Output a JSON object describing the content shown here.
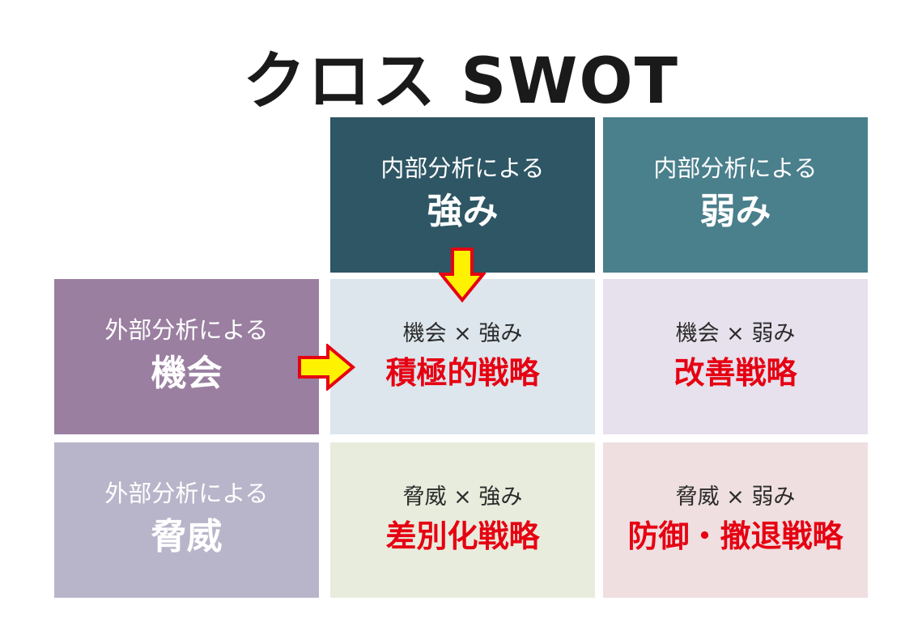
{
  "title": "クロス SWOT",
  "headers": {
    "strength": {
      "sub": "内部分析による",
      "main": "強み"
    },
    "weakness": {
      "sub": "内部分析による",
      "main": "弱み"
    }
  },
  "rows": {
    "opportunity": {
      "sub": "外部分析による",
      "main": "機会"
    },
    "threat": {
      "sub": "外部分析による",
      "main": "脅威"
    }
  },
  "cells": {
    "opportunity_strength": {
      "combo": "機会 × 強み",
      "strategy": "積極的戦略"
    },
    "opportunity_weakness": {
      "combo": "機会 × 弱み",
      "strategy": "改善戦略"
    },
    "threat_strength": {
      "combo": "脅威 × 強み",
      "strategy": "差別化戦略"
    },
    "threat_weakness": {
      "combo": "脅威 × 弱み",
      "strategy": "防御・撤退戦略"
    }
  },
  "colors": {
    "strength_header": "#2e5664",
    "weakness_header": "#4a7f8c",
    "opportunity_header": "#9a7fa0",
    "threat_header": "#b8b5ca",
    "strategy_text": "#e60012",
    "arrow_fill": "#fff200",
    "arrow_stroke": "#e60012"
  },
  "icons": [
    "arrow-down-icon",
    "arrow-right-icon"
  ]
}
